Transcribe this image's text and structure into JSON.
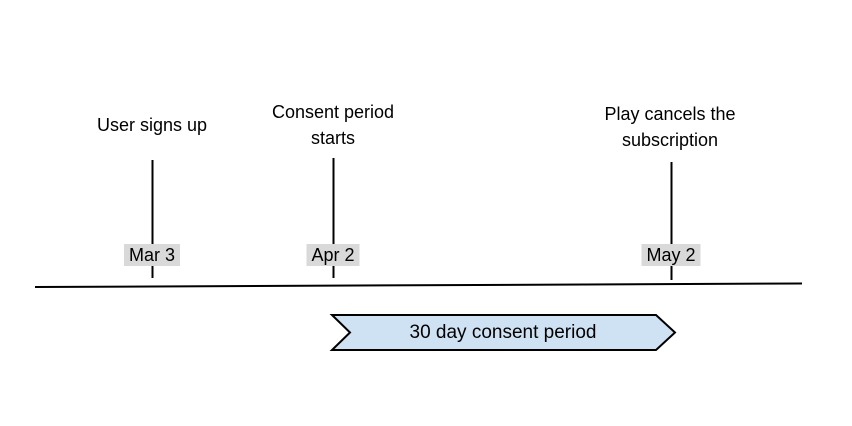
{
  "timeline": {
    "events": [
      {
        "title_lines": [
          "User signs up"
        ],
        "date": "Mar 3"
      },
      {
        "title_lines": [
          "Consent period",
          "starts"
        ],
        "date": "Apr 2"
      },
      {
        "title_lines": [
          "Play cancels the",
          "subscription"
        ],
        "date": "May 2"
      }
    ],
    "banner": {
      "label": "30 day consent period"
    },
    "colors": {
      "banner_fill": "#cfe2f3",
      "banner_stroke": "#000000",
      "date_bg": "#d9d9d9",
      "line": "#000000",
      "text": "#000000"
    }
  }
}
